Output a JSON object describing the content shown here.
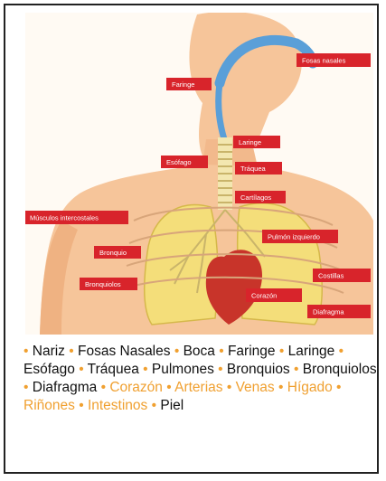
{
  "labels": {
    "fosas_nasales": "Fosas nasales",
    "faringe": "Faringe",
    "laringe": "Laringe",
    "esofago": "Esófago",
    "traquea": "Tráquea",
    "cartilagos": "Cartílagos",
    "musculos": "Músculos intercostales",
    "pulmon": "Pulmón izquierdo",
    "bronquio": "Bronquio",
    "costillas": "Costillas",
    "corazon": "Corazón",
    "bronquiolos": "Bronquiolos",
    "diafragma": "Diafragma"
  },
  "links": [
    {
      "text": "Nariz",
      "highlight": false
    },
    {
      "text": "Fosas Nasales",
      "highlight": false
    },
    {
      "text": "Boca",
      "highlight": false
    },
    {
      "text": "Faringe",
      "highlight": false
    },
    {
      "text": "Laringe",
      "highlight": false
    },
    {
      "text": "Esófago",
      "highlight": false
    },
    {
      "text": "Tráquea",
      "highlight": false
    },
    {
      "text": "Pulmones",
      "highlight": false
    },
    {
      "text": "Bronquios",
      "highlight": false
    },
    {
      "text": "Bronquiolos",
      "highlight": false
    },
    {
      "text": "Diafragma",
      "highlight": false
    },
    {
      "text": "Corazón",
      "highlight": true
    },
    {
      "text": "Arterias",
      "highlight": true
    },
    {
      "text": "Venas",
      "highlight": true
    },
    {
      "text": "Hígado",
      "highlight": true
    },
    {
      "text": "Riñones",
      "highlight": true
    },
    {
      "text": "Intestinos",
      "highlight": true
    },
    {
      "text": "Piel",
      "highlight": false
    }
  ],
  "colors": {
    "label_bg": "#d8242b",
    "skin": "#f6c59a",
    "airway": "#5a9fd8",
    "lung": "#f4de7a",
    "heart": "#c8342a",
    "bullet": "#f0a030"
  }
}
